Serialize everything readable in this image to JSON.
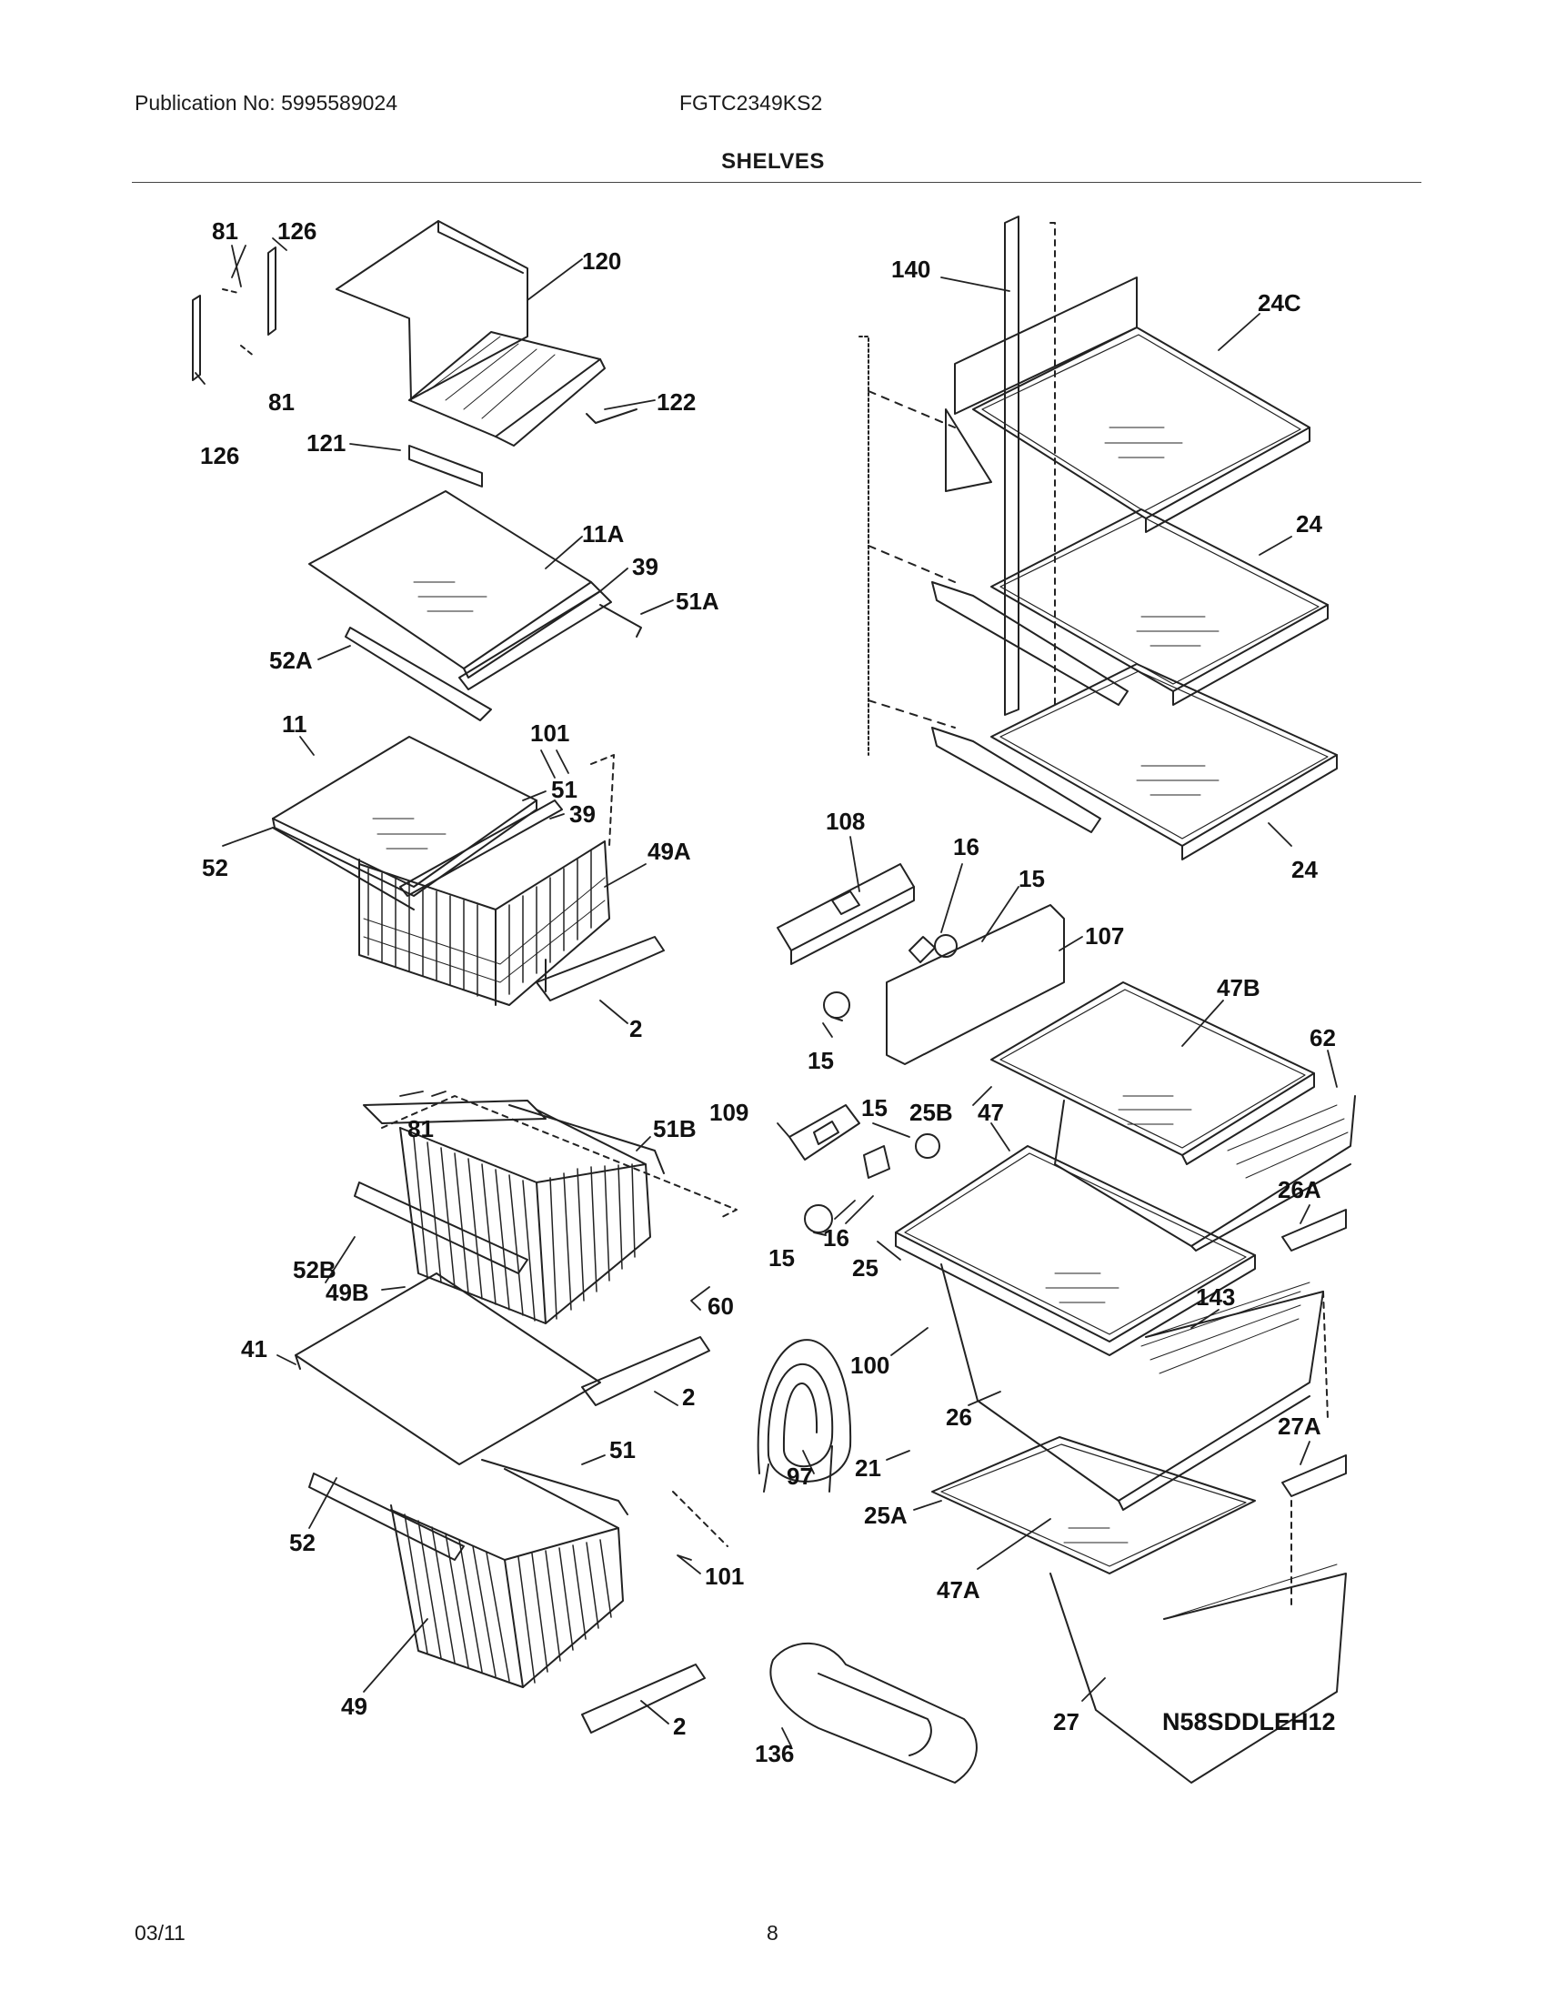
{
  "header": {
    "publication": "Publication No: 5995589024",
    "model": "FGTC2349KS2",
    "section_title": "SHELVES"
  },
  "diagram": {
    "labels": [
      "81",
      "126",
      "120",
      "122",
      "81",
      "126",
      "121",
      "11A",
      "39",
      "51A",
      "52A",
      "11",
      "101",
      "51",
      "39",
      "52",
      "49A",
      "2",
      "81",
      "51B",
      "52B",
      "49B",
      "60",
      "41",
      "2",
      "51",
      "52",
      "101",
      "49",
      "2",
      "136",
      "140",
      "24C",
      "24",
      "24",
      "108",
      "16",
      "15",
      "107",
      "15",
      "47B",
      "62",
      "109",
      "15",
      "25B",
      "47",
      "16",
      "15",
      "25",
      "26A",
      "143",
      "100",
      "26",
      "97",
      "21",
      "27A",
      "25A",
      "47A",
      "27"
    ],
    "drawing_code": "N58SDDLEH12"
  },
  "footer": {
    "date": "03/11",
    "page_number": "8"
  }
}
